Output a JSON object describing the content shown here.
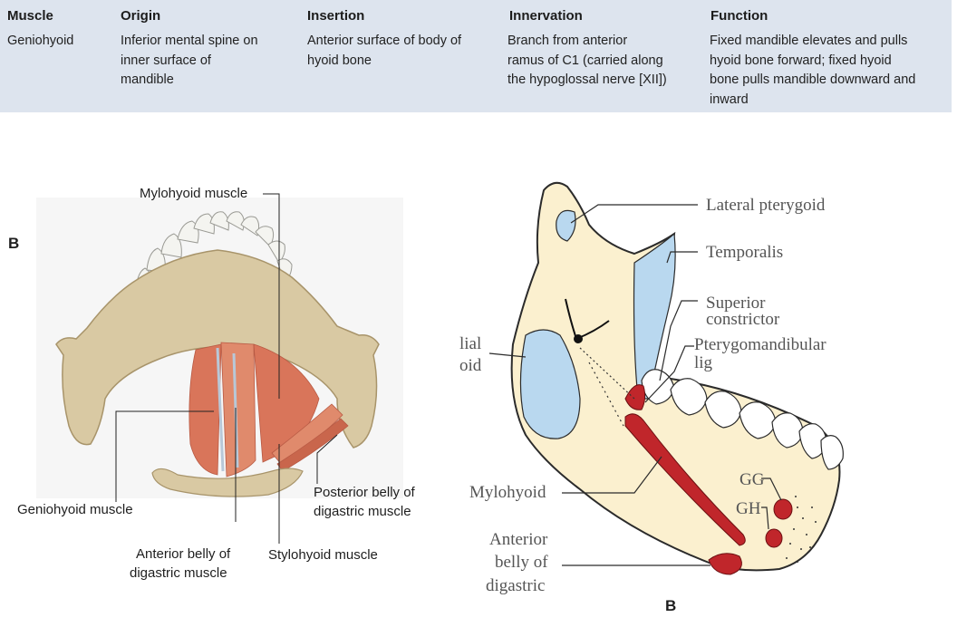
{
  "table": {
    "headers": [
      "Muscle",
      "Origin",
      "Insertion",
      "Innervation",
      "Function"
    ],
    "muscle": "Geniohyoid",
    "origin": [
      "Inferior mental spine on",
      "inner surface of",
      "mandible"
    ],
    "insertion": [
      "Anterior surface of body of",
      "hyoid bone"
    ],
    "innervation": [
      "Branch from anterior",
      "ramus of C1 (carried along",
      "the hypoglossal nerve [XII])"
    ],
    "function": [
      "Fixed mandible elevates and pulls",
      "hyoid bone forward; fixed hyoid",
      "bone pulls mandible downward and",
      "inward"
    ]
  },
  "left_figure": {
    "panel_letter": "B",
    "labels": {
      "mylohyoid": "Mylohyoid muscle",
      "geniohyoid": "Geniohyoid muscle",
      "anterior_belly_1": "Anterior belly of",
      "anterior_belly_2": "digastric muscle",
      "stylohyoid": "Stylohyoid muscle",
      "posterior_belly_1": "Posterior belly of",
      "posterior_belly_2": "digastric muscle"
    },
    "colors": {
      "bone": "#d9c9a3",
      "bone_edge": "#a8946a",
      "muscle": "#d9755a",
      "teeth": "#f4f4f0"
    }
  },
  "right_figure": {
    "panel_letter": "B",
    "labels": {
      "lateral_pterygoid": "Lateral pterygoid",
      "temporalis": "Temporalis",
      "superior_constrictor_1": "Superior",
      "superior_constrictor_2": "constrictor",
      "pterygomandibular_1": "Pterygomandibular",
      "pterygomandibular_2": "lig",
      "medial_1": "lial",
      "medial_2": "oid",
      "mylohyoid": "Mylohyoid",
      "gg": "GG",
      "gh": "GH",
      "anterior_1": "Anterior",
      "anterior_2": "belly of",
      "anterior_3": "digastric"
    },
    "colors": {
      "bone": "#fbf0cf",
      "attachment_blue": "#b9d8ef",
      "attachment_red": "#c0262b",
      "outline": "#2b2b2b"
    }
  }
}
